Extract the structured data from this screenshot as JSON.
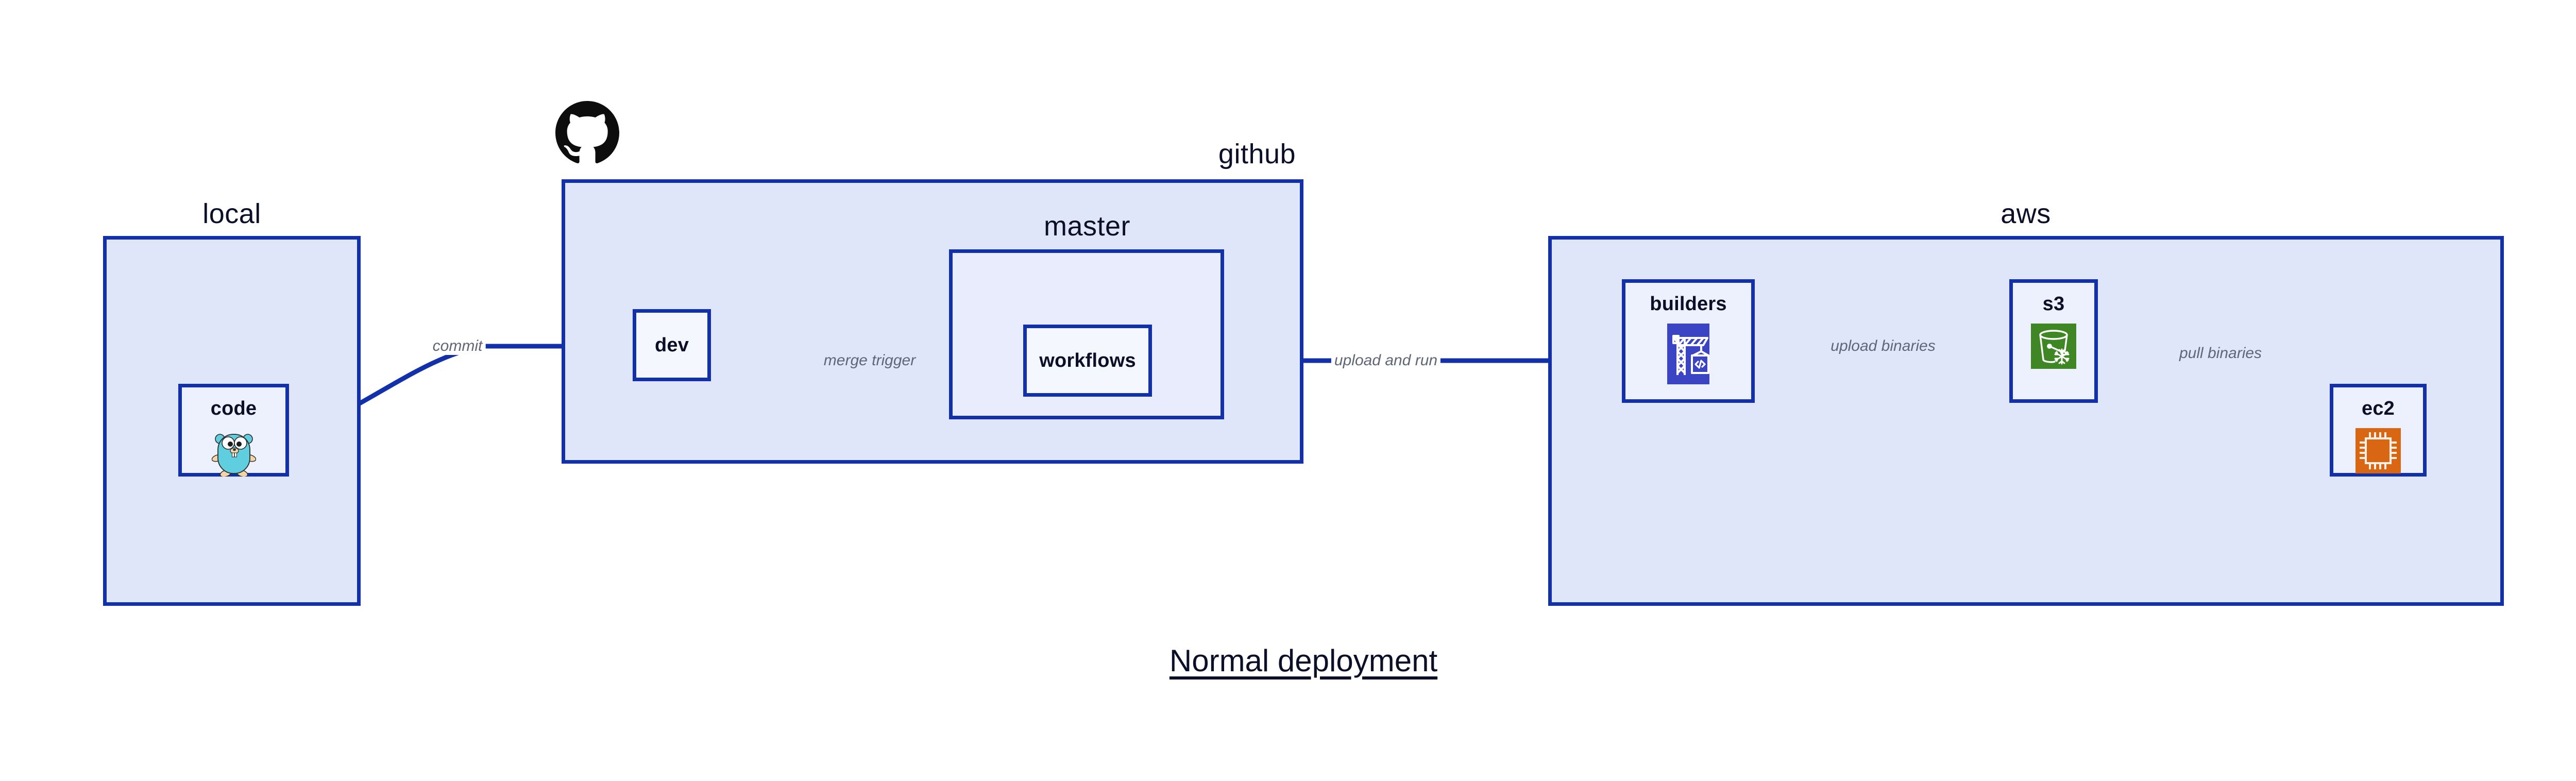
{
  "diagram": {
    "title": "Normal deployment",
    "background": "#ffffff",
    "border_color": "#1330ab",
    "group_fill": "#e0e6fa",
    "nested_group_fill": "#e8ecfc",
    "node_fill": "#edf0fd",
    "edge_color": "#1330ab",
    "edge_label_color": "#5f6675",
    "text_color": "#0b1028"
  },
  "groups": {
    "local": {
      "label": "local"
    },
    "github": {
      "label": "github"
    },
    "master": {
      "label": "master"
    },
    "aws": {
      "label": "aws"
    }
  },
  "nodes": {
    "code": {
      "label": "code",
      "icon": "go-gopher-icon"
    },
    "dev": {
      "label": "dev",
      "icon": "none"
    },
    "workflows": {
      "label": "workflows",
      "icon": "none"
    },
    "builders": {
      "label": "builders",
      "icon": "aws-codebuild-icon",
      "icon_color": "#3b45c4"
    },
    "s3": {
      "label": "s3",
      "icon": "aws-s3-glacier-icon",
      "icon_color": "#3f8624"
    },
    "ec2": {
      "label": "ec2",
      "icon": "aws-ec2-chip-icon",
      "icon_color": "#d86613"
    }
  },
  "edges": [
    {
      "id": "commit",
      "label": "commit",
      "from": "code",
      "to": "dev"
    },
    {
      "id": "merge-trigger",
      "label": "merge trigger",
      "from": "dev",
      "to": "workflows"
    },
    {
      "id": "upload-and-run",
      "label": "upload and run",
      "from": "workflows",
      "to": "builders"
    },
    {
      "id": "upload-binaries",
      "label": "upload binaries",
      "from": "builders",
      "to": "s3"
    },
    {
      "id": "pull-binaries",
      "label": "pull binaries",
      "from": "s3",
      "to": "ec2"
    }
  ],
  "logos": {
    "github": "github-octocat-logo"
  }
}
